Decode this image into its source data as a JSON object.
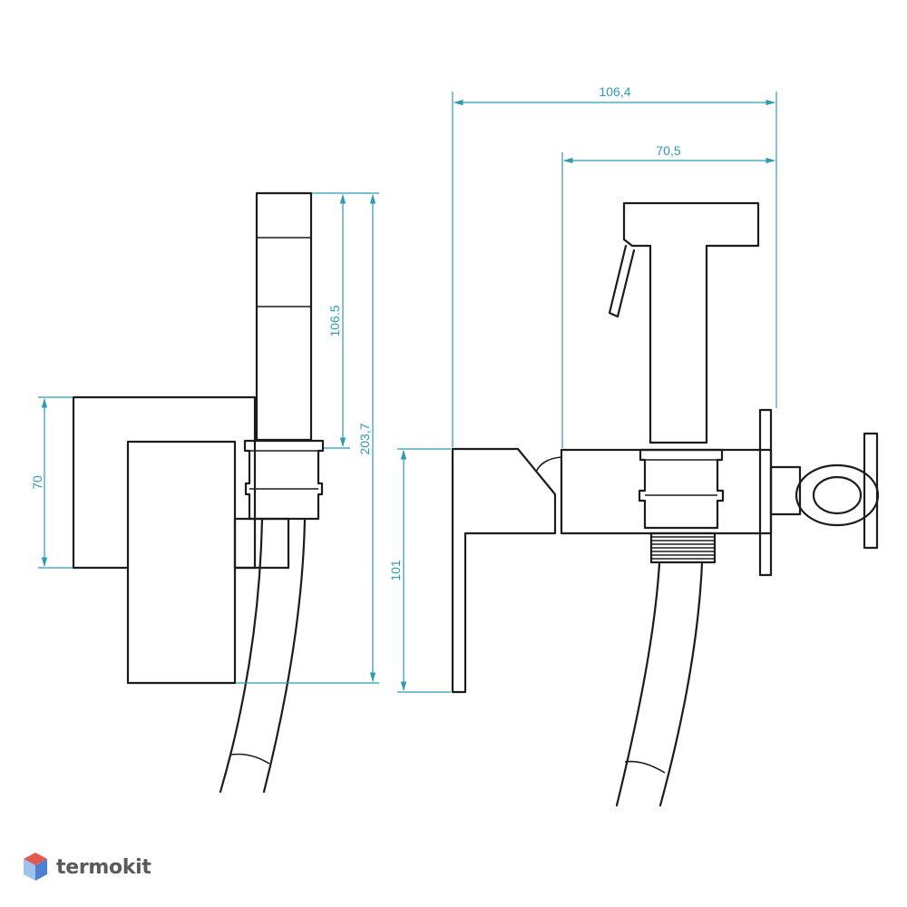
{
  "dimensions": {
    "side_view": {
      "body_height": "70",
      "spout_height": "106.5",
      "total_height": "203,7"
    },
    "front_view": {
      "overall_width": "106,4",
      "handle_to_wall": "70,5",
      "lever_height": "101"
    }
  },
  "brand": {
    "name": "termokit",
    "logo_colors": [
      "#e05a52",
      "#4f7fd1",
      "#9ec3ef"
    ]
  },
  "colors": {
    "outline": "#1c1c1c",
    "dimension": "#2e9bb3"
  }
}
